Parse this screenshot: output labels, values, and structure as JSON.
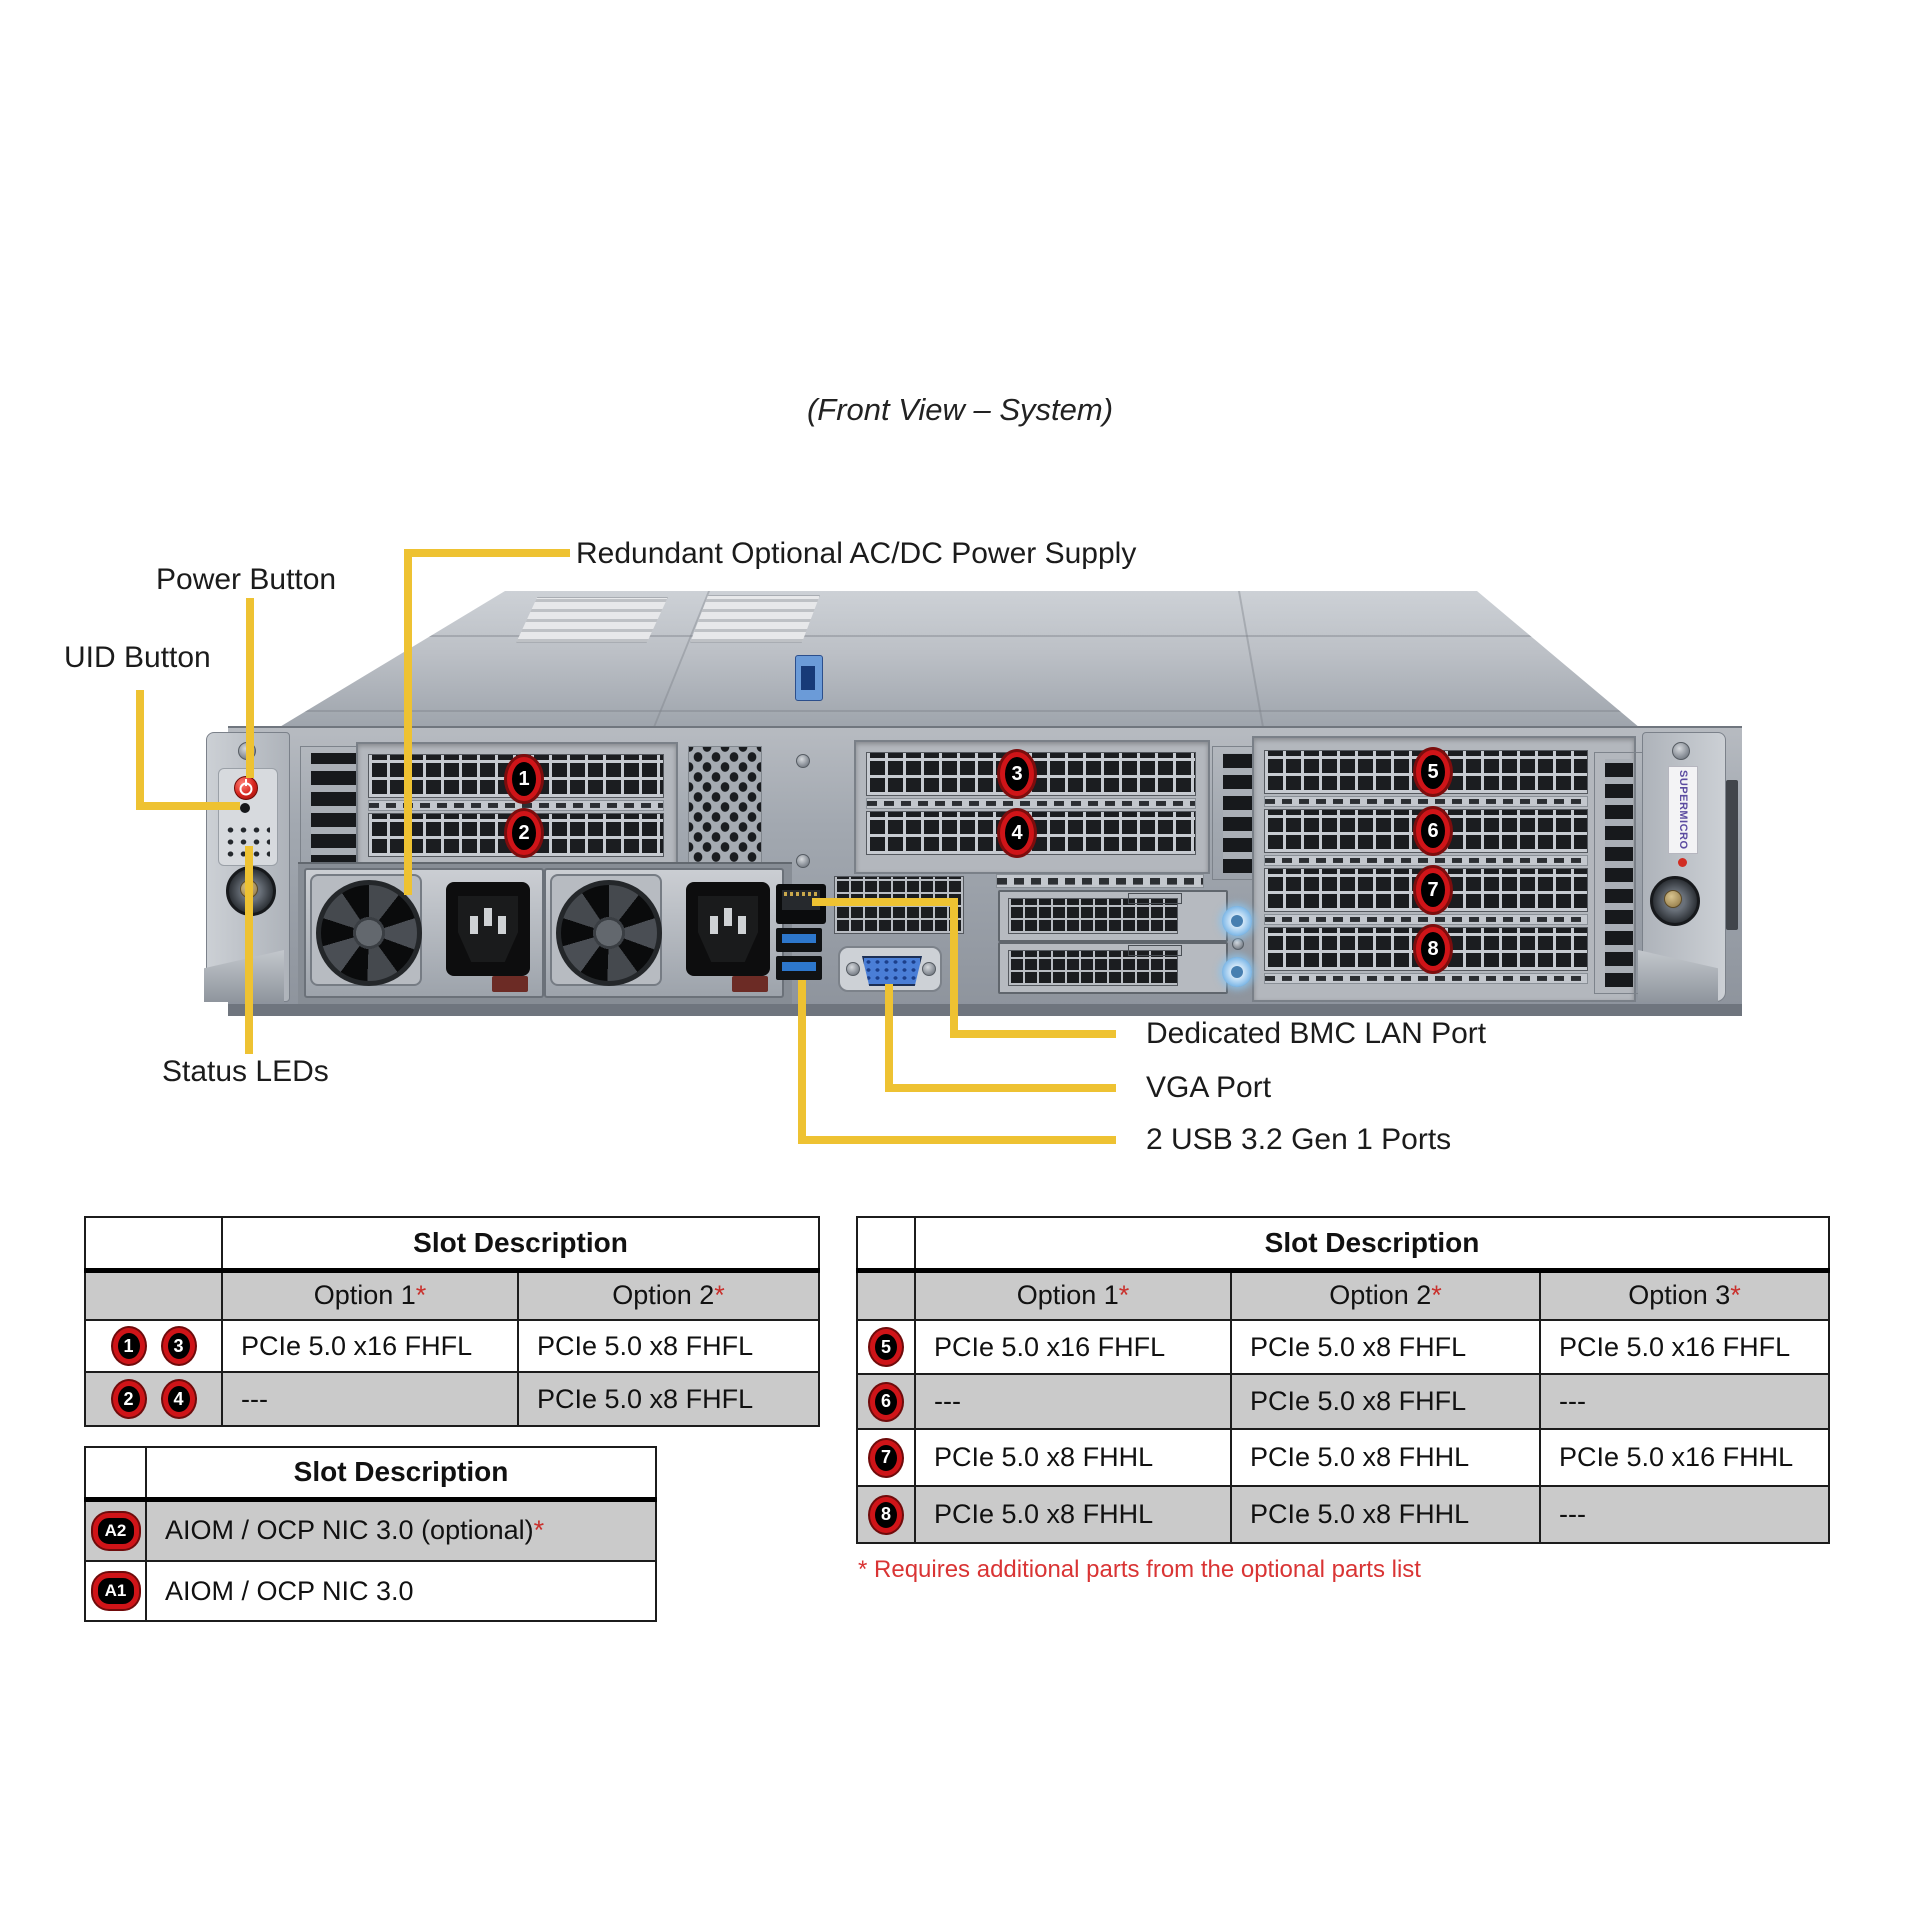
{
  "title": "(Front View – System)",
  "labels": {
    "power_button": "Power Button",
    "uid_button": "UID Button",
    "psu": "Redundant Optional AC/DC Power Supply",
    "status_leds": "Status LEDs",
    "bmc_lan": "Dedicated BMC LAN Port",
    "vga": "VGA Port",
    "usb": "2 USB 3.2 Gen 1 Ports"
  },
  "chassis": {
    "brand": "SUPERMICRO",
    "callouts": [
      "1",
      "2",
      "3",
      "4",
      "5",
      "6",
      "7",
      "8"
    ]
  },
  "left_table": {
    "header": "Slot Description",
    "col_headers": [
      {
        "label": "Option 1",
        "star": "*"
      },
      {
        "label": "Option 2",
        "star": "*"
      }
    ],
    "rows": [
      {
        "badges": [
          "1",
          "3"
        ],
        "cells": [
          "PCIe 5.0 x16 FHFL",
          "PCIe 5.0 x8 FHFL"
        ]
      },
      {
        "badges": [
          "2",
          "4"
        ],
        "cells": [
          "---",
          "PCIe 5.0 x8 FHFL"
        ]
      }
    ]
  },
  "aiom_table": {
    "header": "Slot Description",
    "rows": [
      {
        "badge": "A2",
        "text": "AIOM / OCP NIC 3.0 (optional)",
        "star": "*"
      },
      {
        "badge": "A1",
        "text": "AIOM / OCP NIC 3.0",
        "star": ""
      }
    ]
  },
  "right_table": {
    "header": "Slot Description",
    "col_headers": [
      {
        "label": "Option 1",
        "star": "*"
      },
      {
        "label": "Option 2",
        "star": "*"
      },
      {
        "label": "Option 3",
        "star": "*"
      }
    ],
    "rows": [
      {
        "badge": "5",
        "cells": [
          "PCIe 5.0 x16 FHFL",
          "PCIe 5.0 x8 FHFL",
          "PCIe 5.0 x16 FHFL"
        ]
      },
      {
        "badge": "6",
        "cells": [
          "---",
          "PCIe 5.0 x8 FHFL",
          "---"
        ]
      },
      {
        "badge": "7",
        "cells": [
          "PCIe 5.0 x8 FHHL",
          "PCIe 5.0 x8 FHHL",
          "PCIe 5.0 x16 FHHL"
        ]
      },
      {
        "badge": "8",
        "cells": [
          "PCIe 5.0 x8 FHHL",
          "PCIe 5.0 x8 FHHL",
          "---"
        ]
      }
    ]
  },
  "footnote": "* Requires additional parts from the optional parts list",
  "colors": {
    "callout_yellow": "#eec232",
    "badge_red": "#cf1418",
    "table_gray": "#cacaca",
    "footnote_red": "#d93434"
  }
}
